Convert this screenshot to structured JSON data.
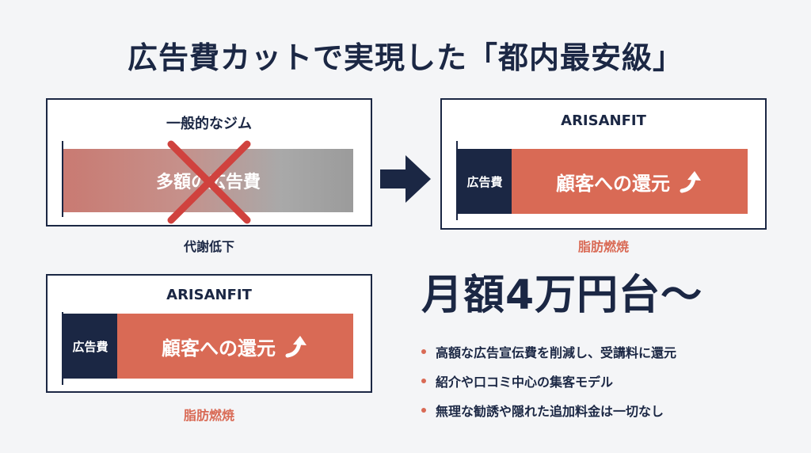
{
  "title": "広告費カットで実現した「都内最安級」",
  "gym_panel": {
    "title": "一般的なジム",
    "bar_label": "多額の広告費",
    "caption": "代謝低下"
  },
  "arisan_top": {
    "title": "ARISANFIT",
    "ad_label": "広告費",
    "return_label": "顧客への還元",
    "caption": "脂肪燃焼"
  },
  "arisan_bottom": {
    "title": "ARISANFIT",
    "ad_label": "広告費",
    "return_label": "顧客への還元",
    "caption": "脂肪燃焼"
  },
  "price": "月額4万円台〜",
  "bullets": [
    "高額な広告宣伝費を削減し、受講料に還元",
    "紹介や口コミ中心の集客モデル",
    "無理な勧誘や隠れた追加料金は一切なし"
  ],
  "icons": {
    "cross": "cross-mark-icon",
    "arrow": "right-arrow-icon",
    "up": "up-curve-arrow-icon"
  },
  "colors": {
    "navy": "#1b2744",
    "accent": "#d96a55",
    "cross": "#d0423e"
  }
}
